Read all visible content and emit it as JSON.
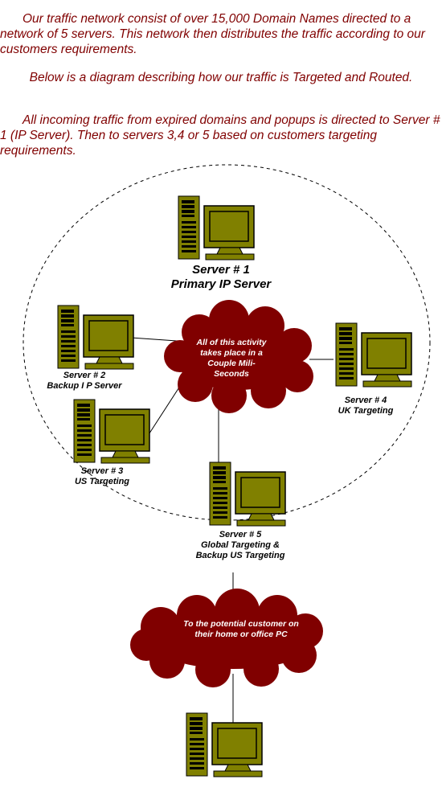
{
  "intro": {
    "paragraph1": "Our traffic network consist of over 15,000 Domain Names directed to a network of 5 servers. This network then distributes the traffic according to our customers requirements.",
    "paragraph2": "Below is a diagram describing how our traffic is Targeted and Routed.",
    "paragraph3": "All incoming traffic from expired domains and popups is directed to Server # 1 (IP Server). Then to servers 3,4 or 5 based on customers targeting requirements."
  },
  "diagram": {
    "server1": {
      "name": "Server # 1",
      "role": "Primary IP Server"
    },
    "server2": {
      "name": "Server # 2",
      "role": "Backup I P Server"
    },
    "server3": {
      "name": "Server # 3",
      "role": "US Targeting"
    },
    "server4": {
      "name": "Server # 4",
      "role": "UK Targeting"
    },
    "server5": {
      "name": "Server # 5",
      "role": "Global Targeting & Backup US Targeting"
    },
    "cloud1_text": "All of this activity takes place in a Couple Mili-Seconds",
    "cloud2_text": "To the potential customer on their home or office PC",
    "colors": {
      "text": "#800000",
      "cloud": "#800000",
      "computer": "#808000"
    }
  }
}
